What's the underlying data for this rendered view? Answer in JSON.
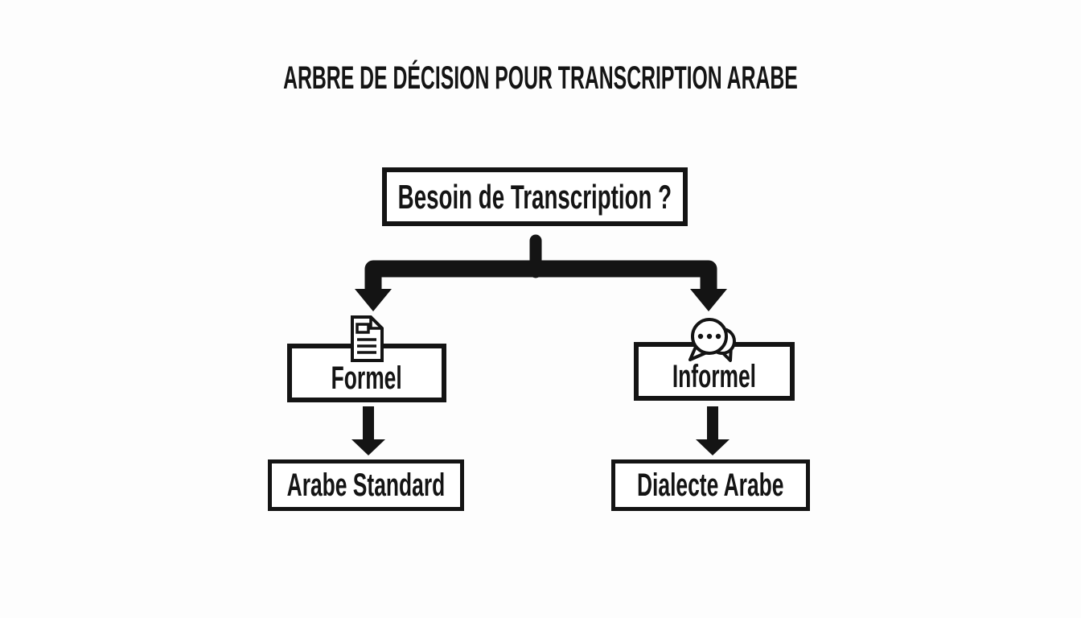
{
  "meta": {
    "colors": {
      "ink": "#141414",
      "bg": "#fdfdfd",
      "box-bg": "#ffffff"
    }
  },
  "title": "ARBRE DE DÉCISION POUR TRANSCRIPTION ARABE",
  "diagram": {
    "type": "decision-tree",
    "root": {
      "label": "Besoin de Transcription ?"
    },
    "branches": [
      {
        "name": "formel",
        "icon": "document-icon",
        "node_label": "Formel",
        "result_label": "Arabe Standard"
      },
      {
        "name": "informel",
        "icon": "chat-bubbles-icon",
        "node_label": "Informel",
        "result_label": "Dialecte Arabe"
      }
    ]
  }
}
